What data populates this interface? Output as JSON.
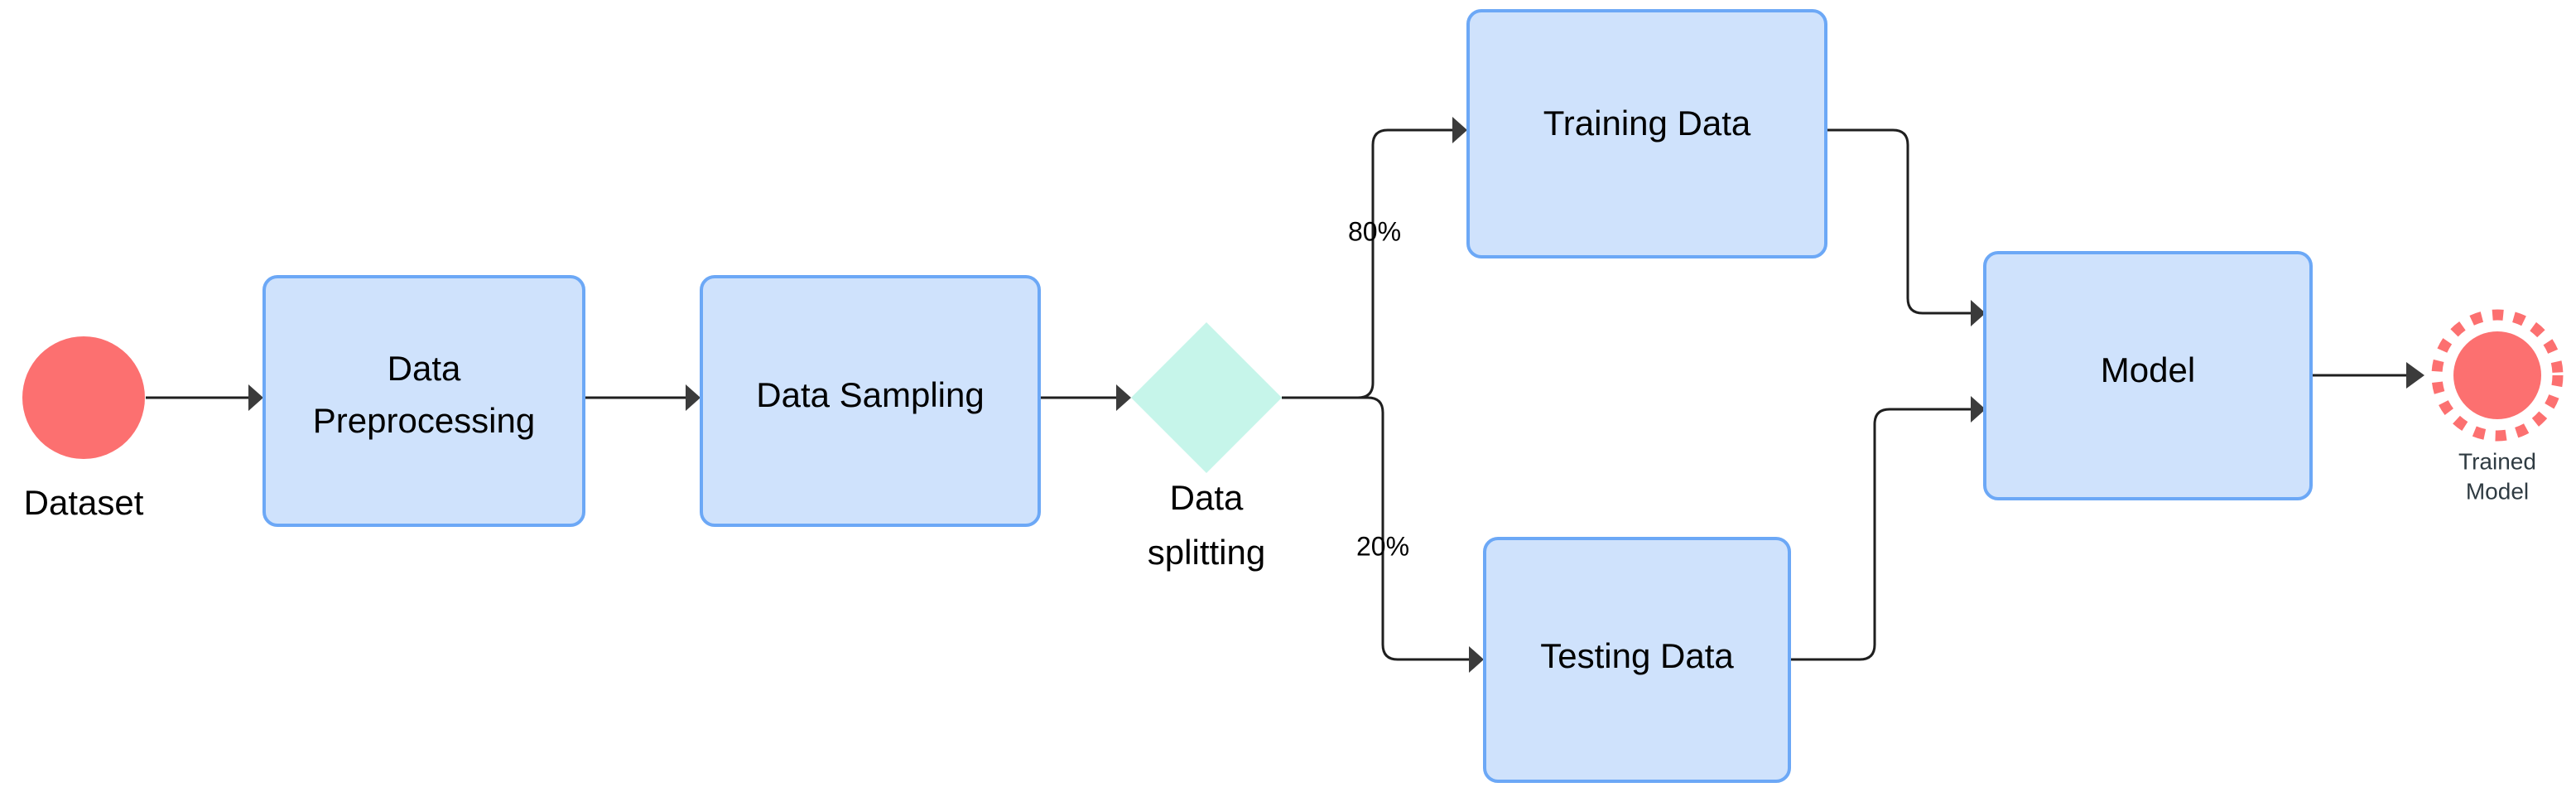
{
  "diagram": {
    "title": "Machine Learning Pipeline Flowchart",
    "background_color": "#ffffff",
    "colors": {
      "box_fill": "#cfe2fc",
      "box_stroke": "#6ca8f6",
      "diamond_fill": "#c6f5ea",
      "circle_fill": "#fc7070",
      "edge_stroke": "#1f1f1f",
      "label_text": "#000000",
      "muted_text": "#2f3b42"
    },
    "nodes": {
      "dataset": {
        "label": "Dataset",
        "shape": "circle"
      },
      "data_preprocessing": {
        "label_line1": "Data",
        "label_line2": "Preprocessing",
        "shape": "rounded-rect"
      },
      "data_sampling": {
        "label": "Data Sampling",
        "shape": "rounded-rect"
      },
      "data_splitting": {
        "label_line1": "Data",
        "label_line2": "splitting",
        "shape": "diamond"
      },
      "training_data": {
        "label": "Training Data",
        "shape": "rounded-rect"
      },
      "testing_data": {
        "label": "Testing Data",
        "shape": "rounded-rect"
      },
      "model": {
        "label": "Model",
        "shape": "rounded-rect"
      },
      "trained_model": {
        "label_line1": "Trained",
        "label_line2": "Model",
        "shape": "dashed-ring-circle"
      }
    },
    "edge_labels": {
      "train_split": "80%",
      "test_split": "20%"
    }
  }
}
